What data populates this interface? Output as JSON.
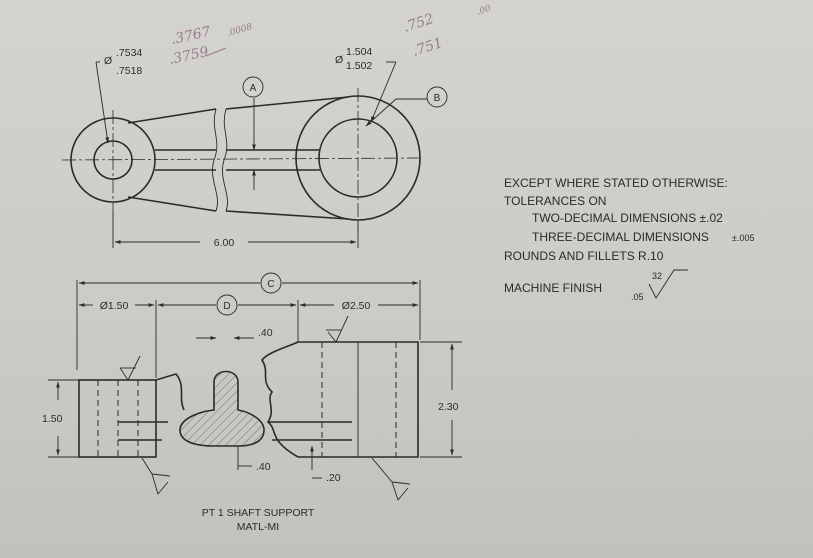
{
  "top_view": {
    "small_bore": {
      "upper": ".7534",
      "lower": ".7518",
      "dia_symbol": "Ø"
    },
    "large_bore": {
      "upper": "1.504",
      "lower": "1.502",
      "dia_symbol": "Ø"
    },
    "center_distance": "6.00",
    "balloon_a": "A",
    "balloon_b": "B"
  },
  "handwritten": {
    "left_upper": ".3767",
    "left_lower": ".3759",
    "left_extra": ".0008",
    "right_upper": ".752",
    "right_lower": ".751",
    "right_extra": ".00"
  },
  "front_view": {
    "balloon_c": "C",
    "balloon_d": "D",
    "left_dia": "Ø1.50",
    "right_dia": "Ø2.50",
    "web_top": ".40",
    "web_bottom": ".40",
    "offset": ".20",
    "left_height": "1.50",
    "right_height": "2.30"
  },
  "notes": {
    "line1": "EXCEPT WHERE STATED OTHERWISE:",
    "line2": "TOLERANCES ON",
    "line3": "TWO-DECIMAL DIMENSIONS ±.02",
    "line4a": "THREE-DECIMAL DIMENSIONS",
    "line4b": "±.005",
    "line5": "ROUNDS AND FILLETS R.10",
    "machine_finish": "MACHINE FINISH",
    "finish_upper": "32",
    "finish_lower": ".05"
  },
  "title_block": {
    "line1": "PT 1  SHAFT SUPPORT",
    "line2": "MATL-MI"
  }
}
